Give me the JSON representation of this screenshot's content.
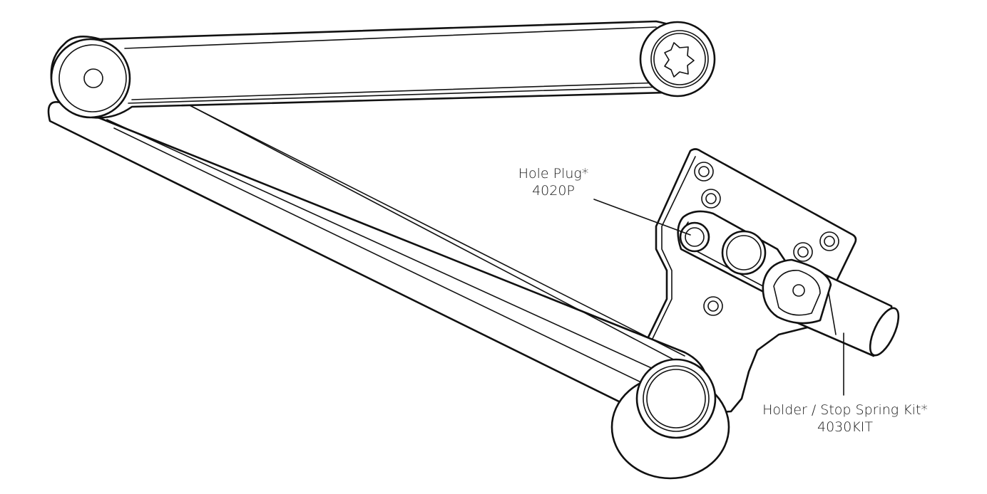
{
  "callouts": {
    "hole_plug": {
      "name": "Hole Plug*",
      "part_number": "4020P"
    },
    "holder_stop_spring_kit": {
      "name": "Holder / Stop Spring Kit*",
      "part_number": "4030KIT"
    }
  },
  "colors": {
    "line": "#111111",
    "background": "#ffffff"
  }
}
